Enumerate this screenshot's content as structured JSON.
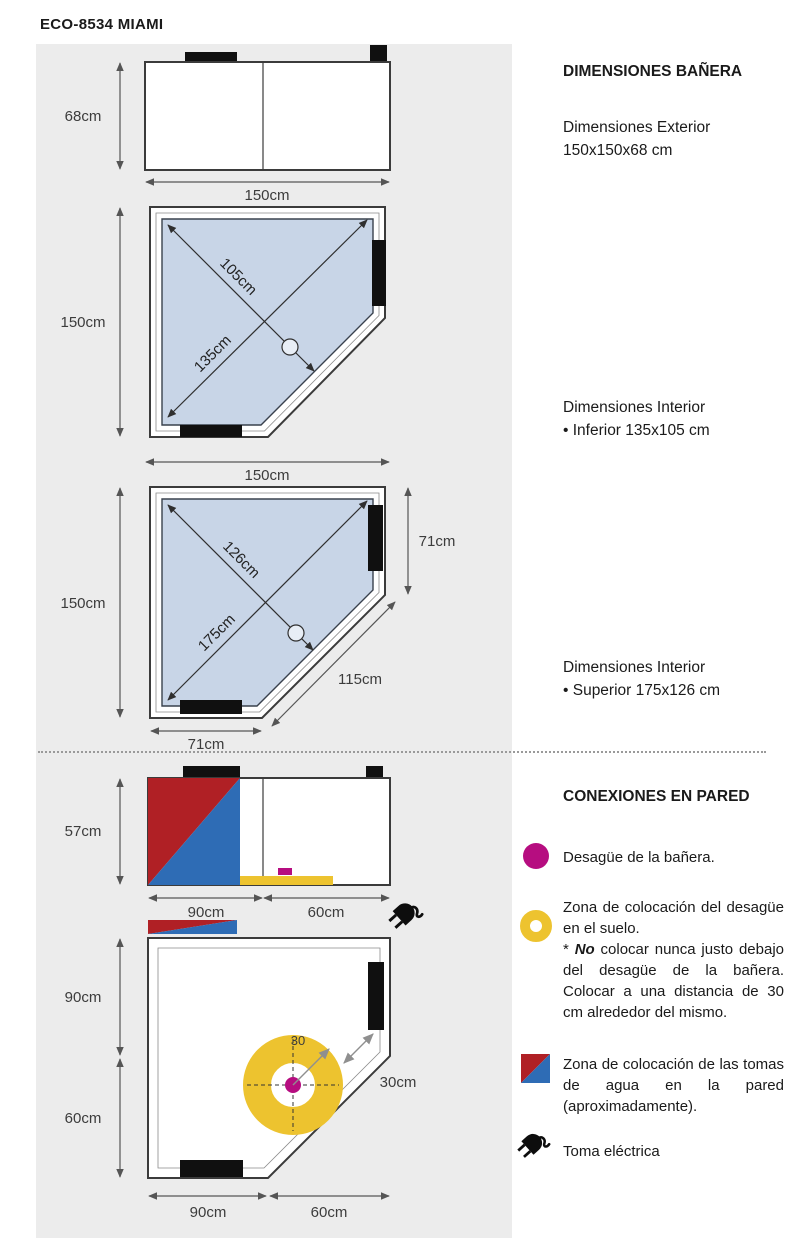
{
  "page": {
    "title": "ECO-8534 MIAMI"
  },
  "colors": {
    "panel": "#ececec",
    "tub": "#c8d5e7",
    "outline": "#3b3b3b",
    "yellow": "#edc32f",
    "magenta": "#b60d80",
    "red": "#b02025",
    "blue": "#2e6cb5"
  },
  "drawings": {
    "front_view": {
      "height": "68cm",
      "width": "150cm"
    },
    "plan_lower": {
      "side": "150cm",
      "width": "150cm",
      "diag_a": "105cm",
      "diag_b": "135cm"
    },
    "plan_upper": {
      "side": "150cm",
      "right": "71cm",
      "diag_a": "126cm",
      "diag_b": "175cm",
      "cut": "115cm",
      "bottom": "71cm"
    },
    "wall_view": {
      "height": "57cm",
      "width_left": "90cm",
      "width_right": "60cm"
    },
    "floor_view": {
      "left_top": "90cm",
      "left_bottom": "60cm",
      "bottom_left": "90cm",
      "bottom_right": "60cm",
      "radius": "30",
      "clearance": "30cm"
    }
  },
  "info": {
    "dimensions_title": "DIMENSIONES BAÑERA",
    "exterior": {
      "line1": "Dimensiones Exterior",
      "line2": "150x150x68 cm"
    },
    "interior_lower": {
      "line1": "Dimensiones Interior",
      "line2": "• Inferior 135x105 cm"
    },
    "interior_upper": {
      "line1": "Dimensiones Interior",
      "line2": "• Superior 175x126 cm"
    },
    "connections_title": "CONEXIONES EN PARED",
    "legend": {
      "drain": "Desagüe de la bañera.",
      "drain_zone": "Zona de colocación del desagüe en el suelo.",
      "drain_note_prefix": "* ",
      "drain_note_bold": "No",
      "drain_note_rest": " colocar nunca justo debajo del desagüe de la bañera. Colocar a una distancia de 30 cm alrededor del mismo.",
      "water_zone": "Zona de colocación de las tomas de agua en la pared (aproximadamente).",
      "power": "Toma eléctrica"
    }
  }
}
